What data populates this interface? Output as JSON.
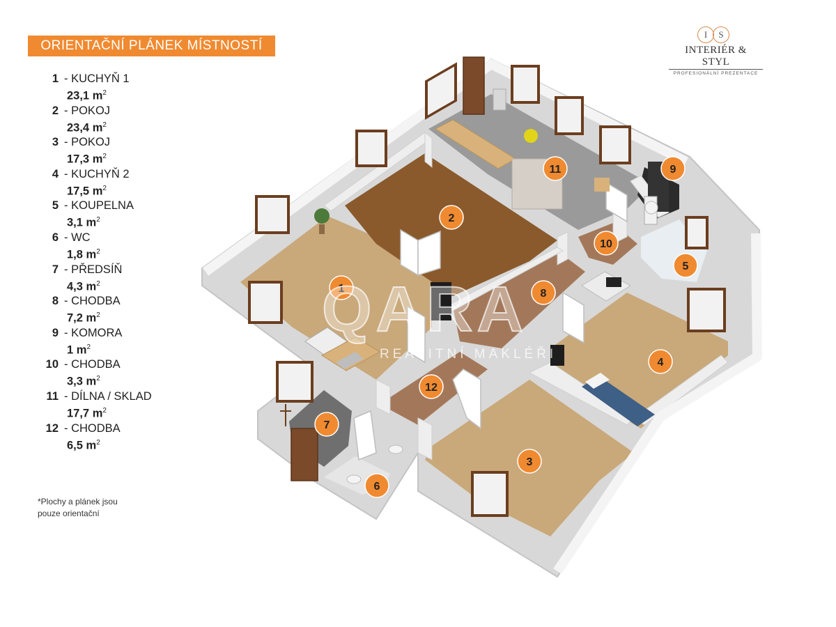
{
  "banner": {
    "title": "ORIENTAČNÍ PLÁNEK MÍSTNOSTÍ"
  },
  "rooms": [
    {
      "num": "1",
      "name": "KUCHYŇ 1",
      "area": "23,1 m",
      "unit": "2"
    },
    {
      "num": "2",
      "name": "POKOJ",
      "area": "23,4 m",
      "unit": "2"
    },
    {
      "num": "3",
      "name": "POKOJ",
      "area": "17,3 m",
      "unit": "2"
    },
    {
      "num": "4",
      "name": "KUCHYŇ 2",
      "area": "17,5 m",
      "unit": "2"
    },
    {
      "num": "5",
      "name": "KOUPELNA",
      "area": "3,1 m",
      "unit": "2"
    },
    {
      "num": "6",
      "name": "WC",
      "area": "1,8 m",
      "unit": "2"
    },
    {
      "num": "7",
      "name": "PŘEDSÍŇ",
      "area": "4,3 m",
      "unit": "2"
    },
    {
      "num": "8",
      "name": "CHODBA",
      "area": "7,2 m",
      "unit": "2"
    },
    {
      "num": "9",
      "name": "KOMORA",
      "area": "1 m",
      "unit": "2"
    },
    {
      "num": "10",
      "name": "CHODBA",
      "area": "3,3 m",
      "unit": "2"
    },
    {
      "num": "11",
      "name": "DÍLNA / SKLAD",
      "area": "17,7 m",
      "unit": "2"
    },
    {
      "num": "12",
      "name": "CHODBA",
      "area": "6,5 m",
      "unit": "2"
    }
  ],
  "note": {
    "line1": "*Plochy  a plánek jsou",
    "line2": "pouze orientační"
  },
  "logo": {
    "mark_left": "I",
    "mark_right": "S",
    "name": "INTERIÉR & STYL",
    "sub": "PROFESIONÁLNÍ PREZENTACE"
  },
  "watermark": {
    "big": "QARA",
    "sub": "REALITNÍ MAKLÉŘI"
  },
  "markers": [
    "1",
    "2",
    "3",
    "4",
    "5",
    "6",
    "7",
    "8",
    "9",
    "10",
    "11",
    "12"
  ],
  "colors": {
    "accent": "#f08a30",
    "wall": "#e4e4e4",
    "floor_wood_dark": "#8a5a2c",
    "floor_wood_light": "#c9a87a",
    "floor_tile": "#9a9a9a",
    "floor_terracotta": "#a3785a"
  }
}
